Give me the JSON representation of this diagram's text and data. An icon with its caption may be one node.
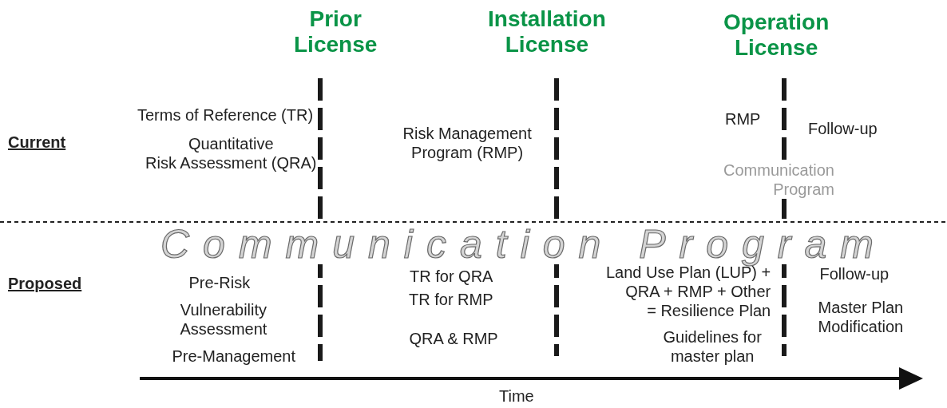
{
  "diagram": {
    "labels": [
      "Prior License",
      "Installation License",
      "Operation License",
      "Current",
      "Terms of Reference (TR)",
      "Quantitative Risk Assessment (QRA)",
      "Risk Management Program (RMP)",
      "RMP",
      "Follow-up",
      "Communication Program",
      "Communication Program",
      "Proposed",
      "Pre-Risk",
      "Vulnerability Assessment",
      "Pre-Management",
      "TR for QRA",
      "TR for RMP",
      "QRA & RMP",
      "Land Use Plan (LUP) + QRA + RMP + Other = Resilience Plan",
      "Guidelines for master plan",
      "Follow-up",
      "Master Plan Modification",
      "Time"
    ]
  }
}
